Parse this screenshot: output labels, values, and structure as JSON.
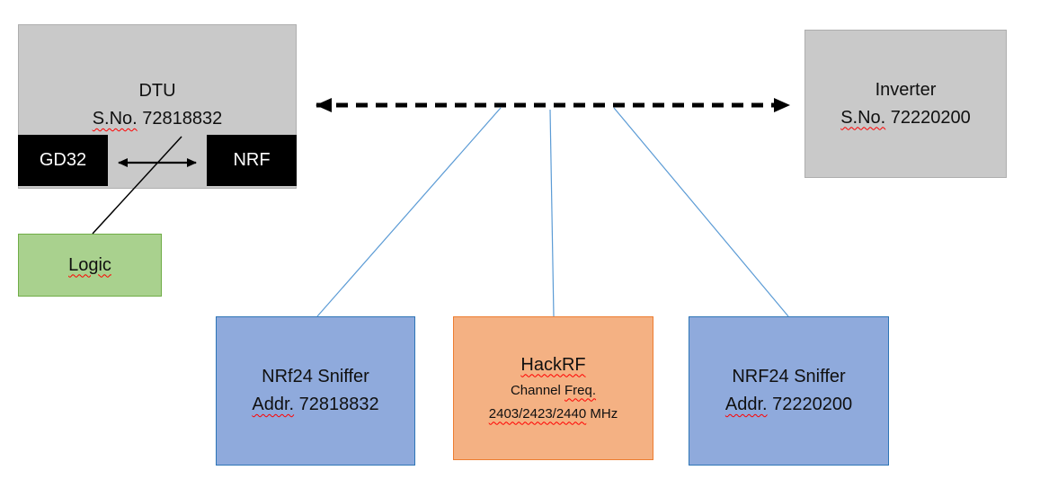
{
  "colors": {
    "box_gray": "#c9c9c9",
    "box_black": "#000000",
    "box_green": "#a9d18e",
    "box_green_border": "#70ad47",
    "box_blue": "#8faadc",
    "box_blue_border": "#2e75b6",
    "box_orange": "#f4b183",
    "box_orange_border": "#ed7d31",
    "connector_blue": "#5b9bd5",
    "arrow_black": "#000000",
    "spellcheck_red": "#ff0000"
  },
  "dtu": {
    "title": "DTU",
    "serial_label": "S.No.",
    "serial_value": "72818832"
  },
  "gd32": {
    "label": "GD32"
  },
  "nrf": {
    "label": "NRF"
  },
  "logic": {
    "label": "Logic"
  },
  "inverter": {
    "title": "Inverter",
    "serial_label": "S.No.",
    "serial_value": "72220200"
  },
  "sniffer_left": {
    "line1": "NRf24 Sniffer",
    "addr_label": "Addr.",
    "addr_value": "72818832"
  },
  "hackrf": {
    "title": "HackRF",
    "channel_word": "Channel",
    "freq_label": "Freq.",
    "channels": "2403/2423/2440",
    "unit": "MHz"
  },
  "sniffer_right": {
    "line1": "NRF24 Sniffer",
    "addr_label": "Addr.",
    "addr_value": "72220200"
  }
}
